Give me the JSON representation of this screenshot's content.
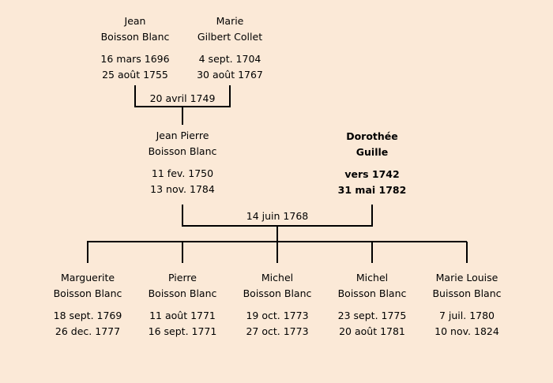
{
  "grandparents": {
    "jean": {
      "first": "Jean",
      "last": "Boisson Blanc",
      "birth": "16 mars 1696",
      "death": "25 août 1755"
    },
    "marie": {
      "first": "Marie",
      "last": "Gilbert Collet",
      "birth": "4 sept. 1704",
      "death": "30 août 1767"
    },
    "marriage": "20 avril 1749"
  },
  "parents": {
    "jean_pierre": {
      "first": "Jean Pierre",
      "last": "Boisson Blanc",
      "birth": "11 fev. 1750",
      "death": "13 nov. 1784"
    },
    "dorothee": {
      "first": "Dorothée",
      "last": "Guille",
      "birth": "vers 1742",
      "death": "31 mai 1782"
    },
    "marriage": "14 juin 1768"
  },
  "children": [
    {
      "first": "Marguerite",
      "last": "Boisson Blanc",
      "birth": "18 sept. 1769",
      "death": "26 dec. 1777"
    },
    {
      "first": "Pierre",
      "last": "Boisson Blanc",
      "birth": "11 août 1771",
      "death": "16 sept. 1771"
    },
    {
      "first": "Michel",
      "last": "Boisson Blanc",
      "birth": "19 oct. 1773",
      "death": "27 oct. 1773"
    },
    {
      "first": "Michel",
      "last": "Boisson Blanc",
      "birth": "23 sept. 1775",
      "death": "20 août 1781"
    },
    {
      "first": "Marie Louise",
      "last": "Buisson Blanc",
      "birth": "7 juil. 1780",
      "death": "10 nov. 1824"
    }
  ]
}
